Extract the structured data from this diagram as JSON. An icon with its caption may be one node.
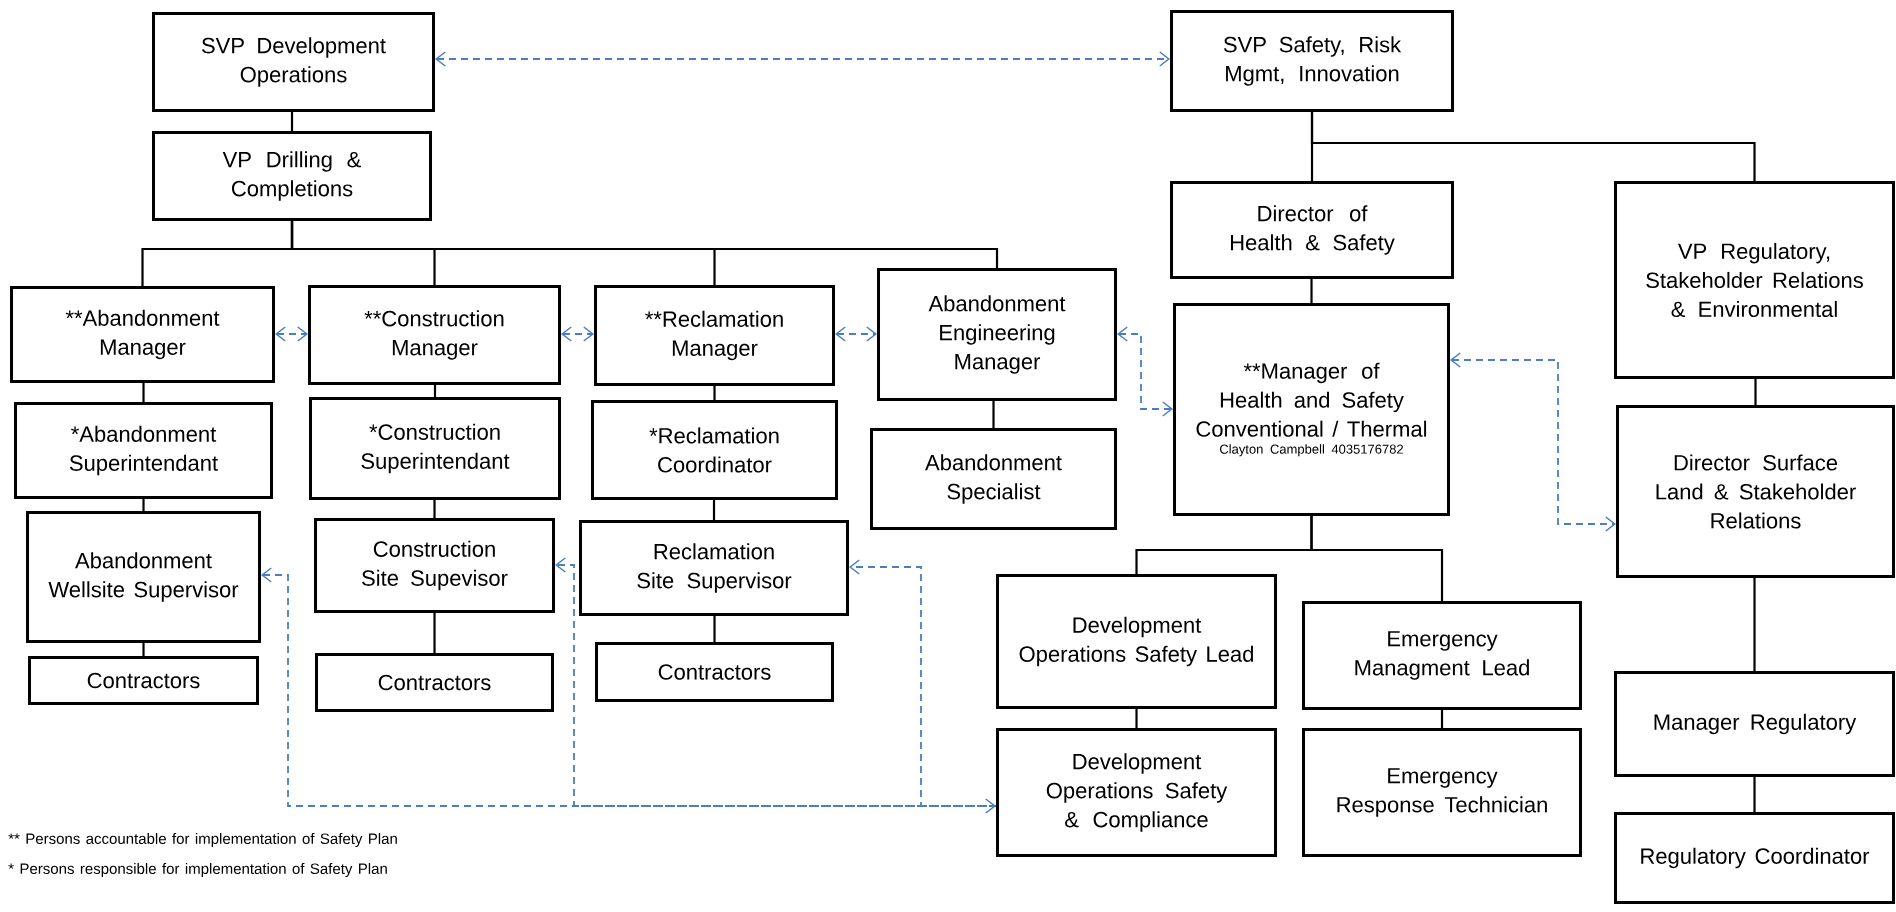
{
  "diagram": {
    "nodes": [
      {
        "text": [
          "SVP Development Operations"
        ]
      },
      {
        "text": [
          "VP Drilling & Completions"
        ]
      },
      {
        "text": [
          "**Abandonment Manager"
        ]
      },
      {
        "text": [
          "*Abandonment Superintendant"
        ]
      },
      {
        "text": [
          "Abandonment Wellsite Supervisor"
        ]
      },
      {
        "text": [
          "Contractors"
        ]
      },
      {
        "text": [
          "**Construction Manager"
        ]
      },
      {
        "text": [
          "*Construction Superintendant"
        ]
      },
      {
        "text": [
          "Construction Site Supevisor"
        ]
      },
      {
        "text": [
          "Contractors"
        ]
      },
      {
        "text": [
          "**Reclamation Manager"
        ]
      },
      {
        "text": [
          "*Reclamation Coordinator"
        ]
      },
      {
        "text": [
          "Reclamation Site Supervisor"
        ]
      },
      {
        "text": [
          "Contractors"
        ]
      },
      {
        "text": [
          "Abandonment Engineering Manager"
        ]
      },
      {
        "text": [
          "Abandonment Specialist"
        ]
      },
      {
        "text": [
          "SVP Safety, Risk Mgmt, Innovation"
        ]
      },
      {
        "text": [
          "Director of Health & Safety"
        ]
      },
      {
        "text": [
          "**Manager of Health and Safety Conventional / Thermal",
          "Clayton Campbell 4035176782"
        ]
      },
      {
        "text": [
          "Development Operations Safety Lead"
        ]
      },
      {
        "text": [
          "Development Operations Safety & Compliance"
        ]
      },
      {
        "text": [
          "Emergency Managment Lead"
        ]
      },
      {
        "text": [
          "Emergency Response Technician"
        ]
      },
      {
        "text": [
          "VP Regulatory, Stakeholder Relations & Environmental"
        ]
      },
      {
        "text": [
          "Director Surface Land & Stakeholder Relations"
        ]
      },
      {
        "text": [
          "Manager Regulatory"
        ]
      },
      {
        "text": [
          "Regulatory Coordinator"
        ]
      }
    ],
    "edges": [
      {
        "from": 0,
        "to": 1,
        "arrow": "none"
      },
      {
        "from": 1,
        "to": 2,
        "arrow": "none"
      },
      {
        "from": 1,
        "to": 6,
        "arrow": "none"
      },
      {
        "from": 1,
        "to": 10,
        "arrow": "none"
      },
      {
        "from": 1,
        "to": 14,
        "arrow": "none"
      },
      {
        "from": 2,
        "to": 3,
        "arrow": "none"
      },
      {
        "from": 3,
        "to": 4,
        "arrow": "none"
      },
      {
        "from": 4,
        "to": 5,
        "arrow": "none"
      },
      {
        "from": 6,
        "to": 7,
        "arrow": "none"
      },
      {
        "from": 7,
        "to": 8,
        "arrow": "none"
      },
      {
        "from": 8,
        "to": 9,
        "arrow": "none"
      },
      {
        "from": 10,
        "to": 11,
        "arrow": "none"
      },
      {
        "from": 11,
        "to": 12,
        "arrow": "none"
      },
      {
        "from": 12,
        "to": 13,
        "arrow": "none"
      },
      {
        "from": 14,
        "to": 15,
        "arrow": "none"
      },
      {
        "from": 16,
        "to": 17,
        "arrow": "none"
      },
      {
        "from": 16,
        "to": 23,
        "arrow": "none"
      },
      {
        "from": 17,
        "to": 18,
        "arrow": "none"
      },
      {
        "from": 18,
        "to": 19,
        "arrow": "none"
      },
      {
        "from": 18,
        "to": 21,
        "arrow": "none"
      },
      {
        "from": 19,
        "to": 20,
        "arrow": "none"
      },
      {
        "from": 21,
        "to": 22,
        "arrow": "none"
      },
      {
        "from": 23,
        "to": 24,
        "arrow": "none"
      },
      {
        "from": 24,
        "to": 25,
        "arrow": "none"
      },
      {
        "from": 25,
        "to": 26,
        "arrow": "none"
      },
      {
        "from": 0,
        "to": 16,
        "arrow": "both",
        "style": "dashed",
        "color": "#4a7ebf"
      },
      {
        "from": 2,
        "to": 6,
        "arrow": "both",
        "style": "dashed",
        "color": "#4a7ebf"
      },
      {
        "from": 6,
        "to": 10,
        "arrow": "both",
        "style": "dashed",
        "color": "#4a7ebf"
      },
      {
        "from": 10,
        "to": 14,
        "arrow": "both",
        "style": "dashed",
        "color": "#4a7ebf"
      },
      {
        "from": 14,
        "to": 18,
        "arrow": "both",
        "style": "dashed",
        "color": "#4a7ebf"
      },
      {
        "from": 18,
        "to": 24,
        "arrow": "both",
        "style": "dashed",
        "color": "#4a7ebf"
      },
      {
        "from": 4,
        "to": 20,
        "arrow": "both",
        "style": "dashed",
        "color": "#4a7ebf"
      },
      {
        "from": 20,
        "to": 8,
        "arrow": "to",
        "style": "dashed",
        "color": "#4a7ebf"
      },
      {
        "from": 20,
        "to": 12,
        "arrow": "to",
        "style": "dashed",
        "color": "#4a7ebf"
      }
    ],
    "labels": [
      "** Persons accountable for implementation of Safety Plan",
      "* Persons responsible for implementation of Safety Plan"
    ]
  }
}
